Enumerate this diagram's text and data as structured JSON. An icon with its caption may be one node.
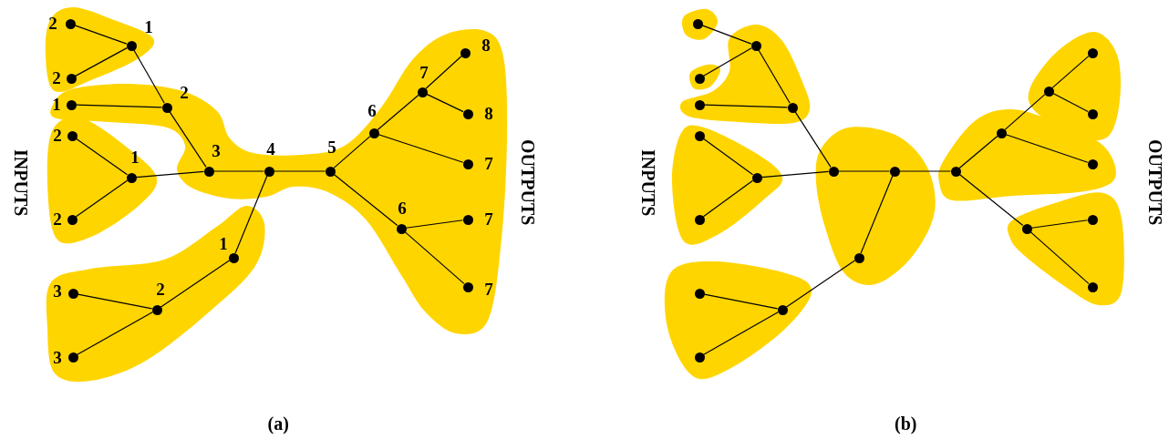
{
  "diagram": {
    "nodes": [
      {
        "text": [],
        "shape": "blob"
      },
      {
        "text": [],
        "shape": "circle",
        "in": 0,
        "beside": [
          "2"
        ]
      },
      {
        "text": [],
        "shape": "circle",
        "in": 0,
        "beside": [
          "1"
        ]
      },
      {
        "text": [],
        "shape": "circle",
        "in": 0,
        "beside": [
          "2"
        ]
      },
      {
        "text": [],
        "shape": "blob"
      },
      {
        "text": [],
        "shape": "circle",
        "in": 4,
        "beside": [
          "1"
        ]
      },
      {
        "text": [],
        "shape": "circle",
        "in": 4,
        "beside": [
          "2"
        ]
      },
      {
        "text": [],
        "shape": "circle",
        "in": 4,
        "beside": [
          "3"
        ]
      },
      {
        "text": [],
        "shape": "circle",
        "in": 4,
        "beside": [
          "4"
        ]
      },
      {
        "text": [],
        "shape": "circle",
        "in": 4,
        "beside": [
          "5"
        ]
      },
      {
        "text": [],
        "shape": "circle",
        "in": 4,
        "beside": [
          "6"
        ]
      },
      {
        "text": [],
        "shape": "circle",
        "in": 4,
        "beside": [
          "7"
        ]
      },
      {
        "text": [],
        "shape": "circle",
        "in": 4,
        "beside": [
          "8"
        ]
      },
      {
        "text": [],
        "shape": "circle",
        "in": 4,
        "beside": [
          "8"
        ]
      },
      {
        "text": [],
        "shape": "circle",
        "in": 4,
        "beside": [
          "7"
        ]
      },
      {
        "text": [],
        "shape": "circle",
        "in": 4,
        "beside": [
          "6"
        ]
      },
      {
        "text": [],
        "shape": "circle",
        "in": 4,
        "beside": [
          "7"
        ]
      },
      {
        "text": [],
        "shape": "circle",
        "in": 4,
        "beside": [
          "7"
        ]
      },
      {
        "text": [],
        "shape": "blob"
      },
      {
        "text": [],
        "shape": "circle",
        "in": 18,
        "beside": [
          "2"
        ]
      },
      {
        "text": [],
        "shape": "circle",
        "in": 18,
        "beside": [
          "1"
        ]
      },
      {
        "text": [],
        "shape": "circle",
        "in": 18,
        "beside": [
          "2"
        ]
      },
      {
        "text": [],
        "shape": "blob"
      },
      {
        "text": [],
        "shape": "circle",
        "in": 22,
        "beside": [
          "1"
        ]
      },
      {
        "text": [],
        "shape": "circle",
        "in": 22,
        "beside": [
          "3"
        ]
      },
      {
        "text": [],
        "shape": "circle",
        "in": 22,
        "beside": [
          "2"
        ]
      },
      {
        "text": [],
        "shape": "circle",
        "in": 22,
        "beside": [
          "3"
        ]
      },
      {
        "text": [],
        "shape": "blob"
      },
      {
        "text": [],
        "shape": "circle",
        "in": 27
      },
      {
        "text": [],
        "shape": "blob"
      },
      {
        "text": [],
        "shape": "circle",
        "in": 29
      },
      {
        "text": [],
        "shape": "blob"
      },
      {
        "text": [],
        "shape": "circle",
        "in": 31
      },
      {
        "text": [],
        "shape": "circle",
        "in": 31
      },
      {
        "text": [],
        "shape": "circle",
        "in": 31
      },
      {
        "text": [],
        "shape": "blob"
      },
      {
        "text": [],
        "shape": "circle",
        "in": 35
      },
      {
        "text": [],
        "shape": "circle",
        "in": 35
      },
      {
        "text": [],
        "shape": "circle",
        "in": 35
      },
      {
        "text": [],
        "shape": "blob"
      },
      {
        "text": [],
        "shape": "circle",
        "in": 39
      },
      {
        "text": [],
        "shape": "circle",
        "in": 39
      },
      {
        "text": [],
        "shape": "circle",
        "in": 39
      },
      {
        "text": [],
        "shape": "blob"
      },
      {
        "text": [],
        "shape": "circle",
        "in": 43
      },
      {
        "text": [],
        "shape": "circle",
        "in": 43
      },
      {
        "text": [],
        "shape": "circle",
        "in": 43
      },
      {
        "text": [],
        "shape": "blob"
      },
      {
        "text": [],
        "shape": "circle",
        "in": 47
      },
      {
        "text": [],
        "shape": "circle",
        "in": 47
      },
      {
        "text": [],
        "shape": "circle",
        "in": 47
      },
      {
        "text": [],
        "shape": "blob"
      },
      {
        "text": [],
        "shape": "circle",
        "in": 51
      },
      {
        "text": [],
        "shape": "circle",
        "in": 51
      },
      {
        "text": [],
        "shape": "circle",
        "in": 51
      },
      {
        "text": [],
        "shape": "blob"
      },
      {
        "text": [],
        "shape": "circle",
        "in": 55
      },
      {
        "text": [],
        "shape": "circle",
        "in": 55
      },
      {
        "text": [],
        "shape": "circle",
        "in": 55
      }
    ],
    "edges": [
      {
        "from": 1,
        "to": 2,
        "arrow": "none"
      },
      {
        "from": 3,
        "to": 2,
        "arrow": "none"
      },
      {
        "from": 2,
        "to": 6,
        "arrow": "none"
      },
      {
        "from": 5,
        "to": 6,
        "arrow": "none"
      },
      {
        "from": 6,
        "to": 7,
        "arrow": "none"
      },
      {
        "from": 19,
        "to": 20,
        "arrow": "none"
      },
      {
        "from": 21,
        "to": 20,
        "arrow": "none"
      },
      {
        "from": 20,
        "to": 7,
        "arrow": "none"
      },
      {
        "from": 7,
        "to": 8,
        "arrow": "none"
      },
      {
        "from": 8,
        "to": 9,
        "arrow": "none"
      },
      {
        "from": 9,
        "to": 10,
        "arrow": "none"
      },
      {
        "from": 10,
        "to": 11,
        "arrow": "none"
      },
      {
        "from": 11,
        "to": 12,
        "arrow": "none"
      },
      {
        "from": 11,
        "to": 13,
        "arrow": "none"
      },
      {
        "from": 10,
        "to": 14,
        "arrow": "none"
      },
      {
        "from": 9,
        "to": 15,
        "arrow": "none"
      },
      {
        "from": 15,
        "to": 16,
        "arrow": "none"
      },
      {
        "from": 15,
        "to": 17,
        "arrow": "none"
      },
      {
        "from": 24,
        "to": 25,
        "arrow": "none"
      },
      {
        "from": 26,
        "to": 25,
        "arrow": "none"
      },
      {
        "from": 25,
        "to": 23,
        "arrow": "none"
      },
      {
        "from": 23,
        "to": 8,
        "arrow": "none"
      },
      {
        "from": 28,
        "to": 32,
        "arrow": "none"
      },
      {
        "from": 30,
        "to": 32,
        "arrow": "none"
      },
      {
        "from": 32,
        "to": 34,
        "arrow": "none"
      },
      {
        "from": 33,
        "to": 34,
        "arrow": "none"
      },
      {
        "from": 34,
        "to": 40,
        "arrow": "none"
      },
      {
        "from": 36,
        "to": 37,
        "arrow": "none"
      },
      {
        "from": 38,
        "to": 37,
        "arrow": "none"
      },
      {
        "from": 37,
        "to": 40,
        "arrow": "none"
      },
      {
        "from": 40,
        "to": 41,
        "arrow": "none"
      },
      {
        "from": 41,
        "to": 52,
        "arrow": "none"
      },
      {
        "from": 52,
        "to": 53,
        "arrow": "none"
      },
      {
        "from": 53,
        "to": 48,
        "arrow": "none"
      },
      {
        "from": 48,
        "to": 49,
        "arrow": "none"
      },
      {
        "from": 48,
        "to": 50,
        "arrow": "none"
      },
      {
        "from": 53,
        "to": 54,
        "arrow": "none"
      },
      {
        "from": 52,
        "to": 56,
        "arrow": "none"
      },
      {
        "from": 56,
        "to": 57,
        "arrow": "none"
      },
      {
        "from": 56,
        "to": 58,
        "arrow": "none"
      },
      {
        "from": 44,
        "to": 45,
        "arrow": "none"
      },
      {
        "from": 46,
        "to": 45,
        "arrow": "none"
      },
      {
        "from": 45,
        "to": 42,
        "arrow": "none"
      },
      {
        "from": 42,
        "to": 41,
        "arrow": "none"
      }
    ],
    "labels": [
      "INPUTS",
      "OUTPUTS",
      "INPUTS",
      "OUTPUTS",
      "(a)",
      "(b)"
    ]
  }
}
